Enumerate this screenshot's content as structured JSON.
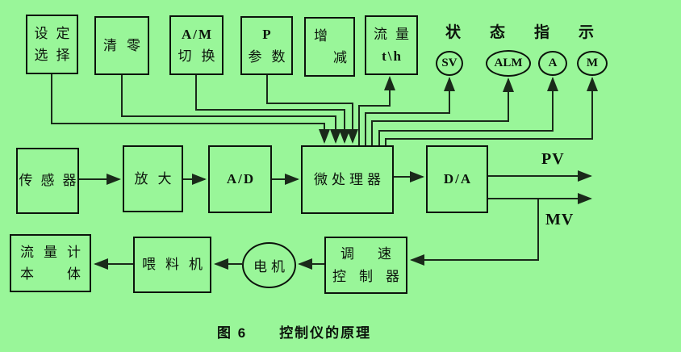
{
  "colors": {
    "background": "#99f699",
    "line": "#1a2a1a",
    "ink": "#0c140c"
  },
  "status_header": "状态指示",
  "top_row": {
    "setting_select": {
      "line1": "设定",
      "line2": "选择"
    },
    "clear_zero": {
      "line1": "清零"
    },
    "am_switch": {
      "line1": "A/M",
      "line2": "切换"
    },
    "p_param": {
      "line1": "P",
      "line2": "参数"
    },
    "inc_dec": {
      "top_left": "增",
      "bottom_right": "减"
    },
    "flow_display": {
      "line1": "流量",
      "line2": "t\\h"
    }
  },
  "indicators": [
    {
      "label": "SV"
    },
    {
      "label": "ALM"
    },
    {
      "label": "A"
    },
    {
      "label": "M"
    }
  ],
  "middle_row": {
    "sensor": "传感器",
    "amplifier": "放大",
    "ad_converter": "A/D",
    "microprocessor": "微处理器",
    "da_converter": "D/A"
  },
  "signals": {
    "pv": "PV",
    "mv": "MV"
  },
  "bottom_row": {
    "flowmeter_body": {
      "line1": "流量计",
      "line2": "本　体"
    },
    "feeder": "喂料机",
    "motor": "电机",
    "speed_controller": {
      "line1": "调　速",
      "line2": "控制器"
    }
  },
  "caption": {
    "figure_label": "图 6",
    "title": "控制仪的原理"
  }
}
